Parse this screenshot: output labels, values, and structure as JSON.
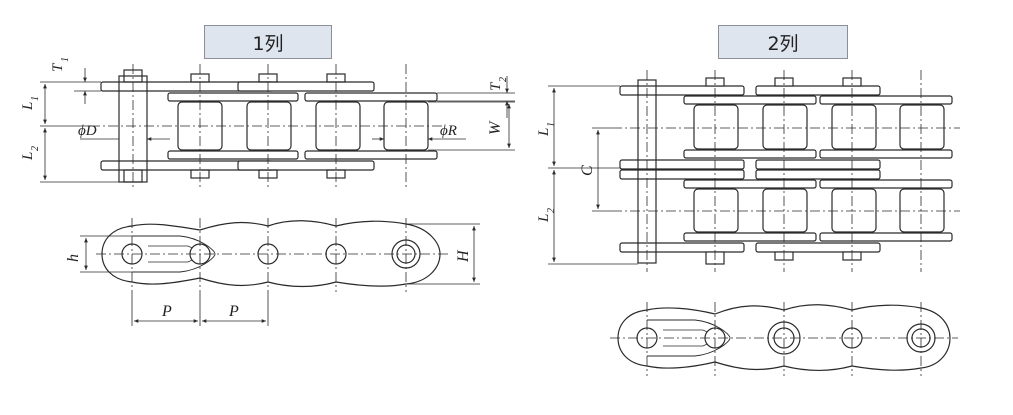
{
  "titles": {
    "single": "1列",
    "double": "2列"
  },
  "dimension_labels": {
    "T1": "T",
    "T1_sub": "1",
    "T2": "T",
    "T2_sub": "2",
    "L1": "L",
    "L1_sub": "1",
    "L2": "L",
    "L2_sub": "2",
    "phiD": "ϕD",
    "phiR": "ϕR",
    "W": "W",
    "h": "h",
    "H": "H",
    "P1": "P",
    "P2": "P",
    "L1b": "L",
    "L1b_sub": "1",
    "L2b": "L",
    "L2b_sub": "2",
    "C": "C"
  },
  "colors": {
    "line": "#2b2b2b",
    "title_bg": "#dfe5ee",
    "title_border": "#8a8f99"
  }
}
